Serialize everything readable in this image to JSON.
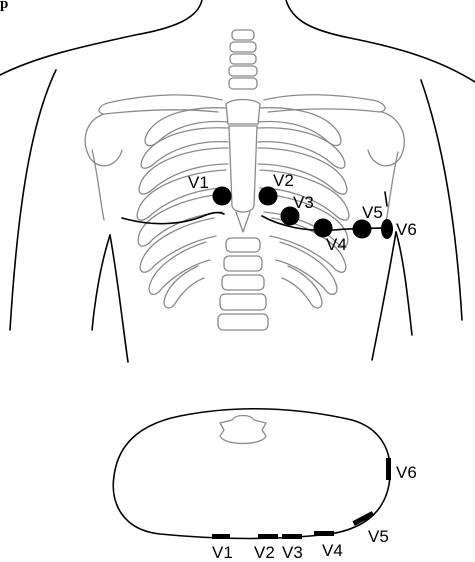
{
  "heading": "p",
  "leads": [
    {
      "id": "V1",
      "label": "V1"
    },
    {
      "id": "V2",
      "label": "V2"
    },
    {
      "id": "V3",
      "label": "V3"
    },
    {
      "id": "V4",
      "label": "V4"
    },
    {
      "id": "V5",
      "label": "V5"
    },
    {
      "id": "V6",
      "label": "V6"
    }
  ],
  "colors": {
    "electrode": "#000000",
    "skeleton": "#8a8a8a",
    "outline": "#000000"
  }
}
